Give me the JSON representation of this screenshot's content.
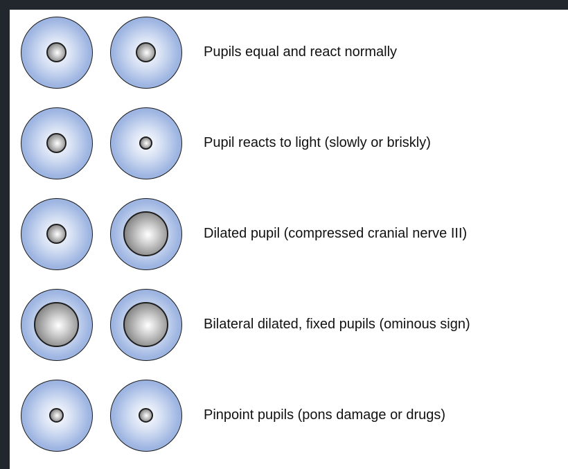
{
  "rows": [
    {
      "caption": "Pupils equal and react normally",
      "left_pupil": "normal",
      "right_pupil": "normal"
    },
    {
      "caption": "Pupil reacts to light (slowly or briskly)",
      "left_pupil": "normal",
      "right_pupil": "small"
    },
    {
      "caption": "Dilated pupil (compressed cranial nerve III)",
      "left_pupil": "normal",
      "right_pupil": "dilated"
    },
    {
      "caption": "Bilateral dilated, fixed pupils (ominous sign)",
      "left_pupil": "dilated",
      "right_pupil": "dilated"
    },
    {
      "caption": "Pinpoint pupils (pons damage or drugs)",
      "left_pupil": "pinpoint",
      "right_pupil": "pinpoint"
    }
  ],
  "colors": {
    "background": "#22272e",
    "iris": "#8aa5dc",
    "pupil": "#8a8a8a"
  }
}
